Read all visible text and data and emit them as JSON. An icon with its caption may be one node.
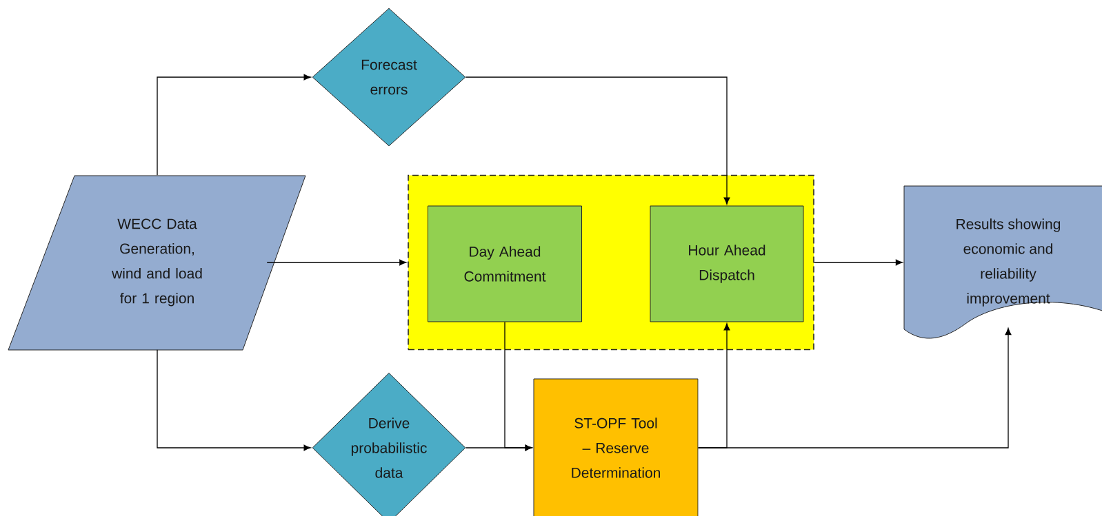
{
  "diagram": {
    "nodes": [
      {
        "text": [
          "WECC Data Generation, wind and load for 1 region"
        ]
      },
      {
        "text": [
          "Forecast errors"
        ]
      },
      {
        "text": [],
        "shape": "box"
      },
      {
        "text": [
          "Day Ahead Commitment"
        ],
        "in": 2
      },
      {
        "text": [
          "Hour Ahead Dispatch"
        ],
        "in": 2
      },
      {
        "text": [
          "Results showing economic and reliability improvement"
        ]
      },
      {
        "text": [
          "Derive probabilistic data"
        ]
      },
      {
        "text": [
          "ST-OPF Tool – Reserve Determination"
        ]
      }
    ],
    "edges": [
      {
        "from": 0,
        "to": 1,
        "arrow": "to"
      },
      {
        "from": 1,
        "to": 4,
        "arrow": "to"
      },
      {
        "from": 0,
        "to": 2,
        "arrow": "to"
      },
      {
        "from": 2,
        "to": 5,
        "arrow": "to"
      },
      {
        "from": 0,
        "to": 6,
        "arrow": "to"
      },
      {
        "from": 6,
        "to": 7,
        "arrow": "to"
      },
      {
        "from": 3,
        "to": 7,
        "arrow": "to"
      },
      {
        "from": 7,
        "to": 4,
        "arrow": "to"
      },
      {
        "from": 7,
        "to": 5,
        "arrow": "to"
      }
    ]
  }
}
